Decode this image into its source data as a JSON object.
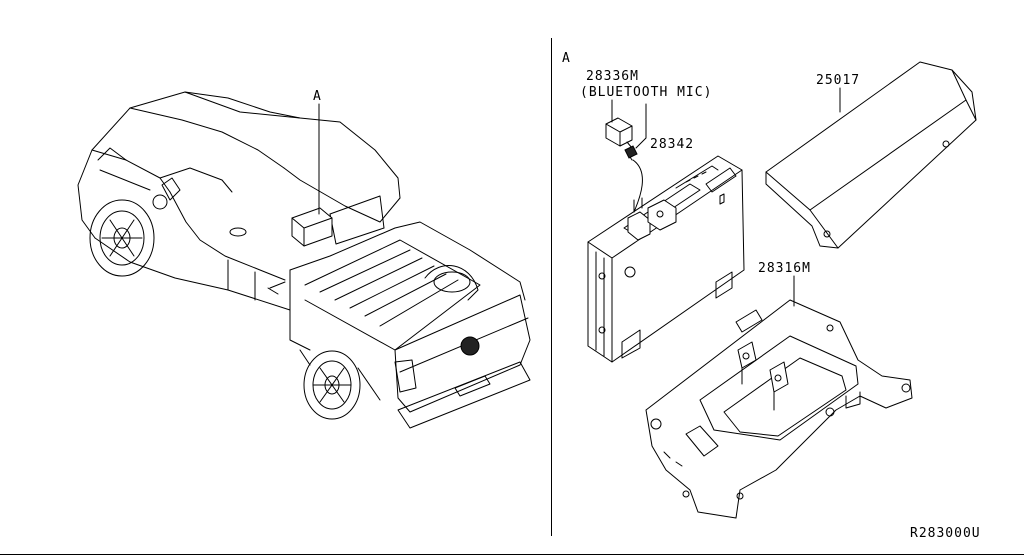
{
  "diagram": {
    "callouts": {
      "truck_view_ref": "A",
      "detail_ref": "A",
      "mic_part_number": "28336M",
      "mic_part_name": "(BLUETOOTH MIC)",
      "control_unit_part_number": "28342",
      "cover_part_number": "25017",
      "bracket_part_number": "28316M",
      "drawing_code": "R283000U"
    }
  }
}
